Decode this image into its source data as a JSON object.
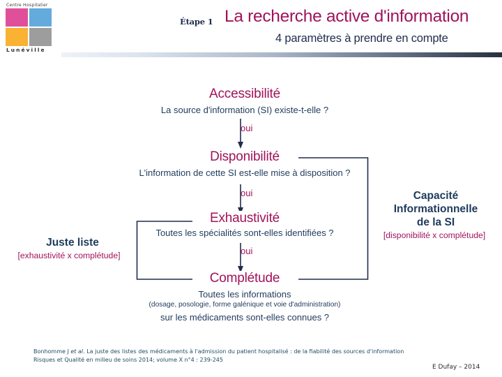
{
  "logo": {
    "top_text": "Centre Hospitalier",
    "bottom_text": "Lunéville",
    "colors": {
      "pink": "#e0509a",
      "blue": "#63aadd",
      "amber": "#f9b233",
      "gray": "#9d9d9d"
    }
  },
  "header": {
    "step_label": "Étape 1",
    "title": "La recherche active d'information",
    "subtitle": "4 paramètres à prendre en compte",
    "title_color": "#a0135a",
    "subtitle_color": "#1f2d4d"
  },
  "flow": {
    "edge_label": "oui",
    "nodes": [
      {
        "id": "accessibilite",
        "title": "Accessibilité",
        "question": "La source d'information (SI) existe-t-elle ?"
      },
      {
        "id": "disponibilite",
        "title": "Disponibilité",
        "question": "L'information de cette SI est-elle mise à disposition ?"
      },
      {
        "id": "exhaustivite",
        "title": "Exhaustivité",
        "question": "Toutes les spécialités sont-elles identifiées ?"
      },
      {
        "id": "completude",
        "title": "Complétude",
        "question_line1": "Toutes les informations",
        "question_line2": "(dosage, posologie, forme galénique et voie d'administration)",
        "question_line3": "sur les médicaments sont-elles connues ?"
      }
    ]
  },
  "side_labels": {
    "left": {
      "title": "Juste liste",
      "formula": "[exhaustivité x complétude]"
    },
    "right": {
      "title_line1": "Capacité",
      "title_line2": "Informationnelle",
      "title_line3": "de la SI",
      "formula": "[disponibilité x complétude]"
    }
  },
  "footer": {
    "reference_author": "Bonhomme J",
    "reference_italic": "et al",
    "reference_rest": ". La juste des listes des médicaments à l'admission du patient hospitalisé : de la fiabilité des sources d'information",
    "reference_line2": "Risques et Qualité en milieu de soins 2014; volume X n°4 : 239-245",
    "signature": "E Dufay – 2014"
  }
}
